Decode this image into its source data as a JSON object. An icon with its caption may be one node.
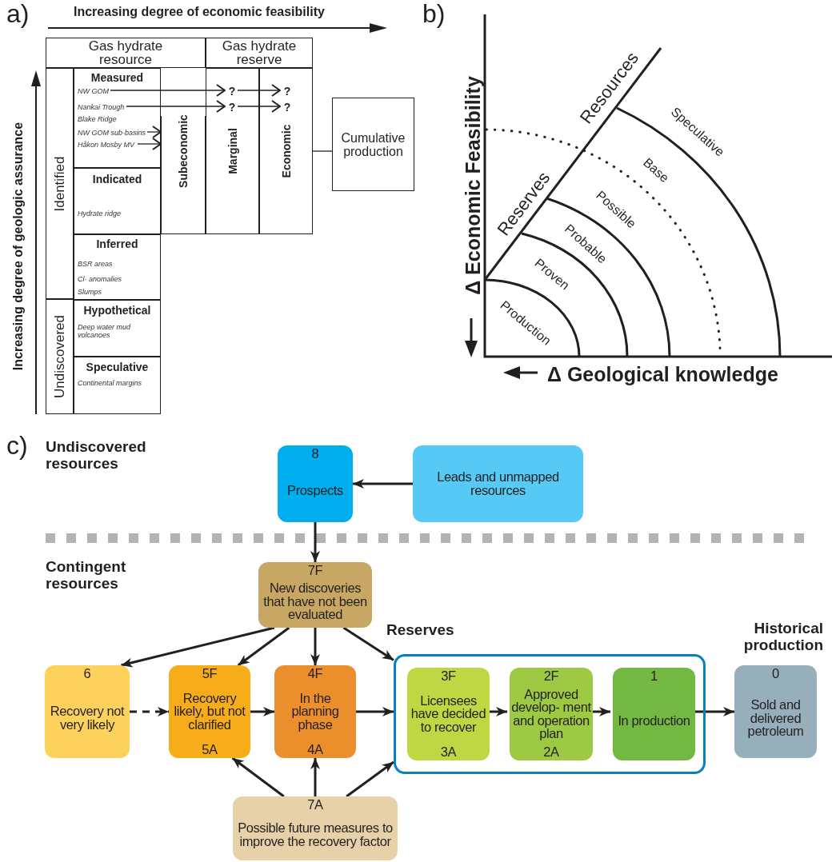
{
  "diagram": {
    "nodes": [
      {
        "text": [
          "Gas hydrate resource"
        ]
      },
      {
        "text": [
          "Gas hydrate reserve"
        ]
      },
      {
        "text": [
          "Identified"
        ]
      },
      {
        "text": [
          "Measured",
          "Blake Ridge"
        ]
      },
      {
        "text": [
          "NW GOM"
        ],
        "in": 3
      },
      {
        "text": [
          "Nankai Trough"
        ],
        "in": 3
      },
      {
        "text": [
          "NW GOM sub-basins"
        ],
        "in": 3
      },
      {
        "text": [
          "Håkon Mosby MV"
        ],
        "in": 3
      },
      {
        "text": [
          "Subeconomic"
        ]
      },
      {
        "text": [
          "Marginal"
        ]
      },
      {
        "text": [
          "?"
        ],
        "in": 9
      },
      {
        "text": [
          "?"
        ],
        "in": 9
      },
      {
        "text": [
          "Economic"
        ]
      },
      {
        "text": [
          "?"
        ],
        "in": 12
      },
      {
        "text": [
          "?"
        ],
        "in": 12
      },
      {
        "text": [
          "Cumulative production"
        ]
      },
      {
        "text": [
          "Indicated",
          "Hydrate ridge"
        ]
      },
      {
        "text": [
          "Inferred",
          "BSR areas",
          "Cl- anomalies",
          "Slumps"
        ]
      },
      {
        "text": [
          "Undiscovered"
        ]
      },
      {
        "text": [
          "Hypothetical",
          "Deep water mud volcanoes"
        ]
      },
      {
        "text": [
          "Speculative",
          "Continental margins"
        ]
      },
      {
        "text": [
          "8",
          "Prospects"
        ]
      },
      {
        "text": [
          "Leads and unmapped resources"
        ]
      },
      {
        "text": [
          "7F",
          "New discoveries that have not been evaluated"
        ]
      },
      {
        "text": [
          "6",
          "Recovery not very likely"
        ]
      },
      {
        "text": [
          "5F",
          "Recovery likely, but not clarified",
          "5A"
        ]
      },
      {
        "text": [
          "4F",
          "In the planning phase",
          "4A"
        ]
      },
      {
        "text": [
          "Reserves"
        ]
      },
      {
        "text": [
          "3F",
          "Licensees have decided to recover",
          "3A"
        ],
        "in": 27
      },
      {
        "text": [
          "2F",
          "Approved develop- ment and operation plan",
          "2A"
        ],
        "in": 27
      },
      {
        "text": [
          "1",
          "In production"
        ],
        "in": 27
      },
      {
        "text": [
          "0",
          "Sold and delivered petroleum"
        ],
        "beside": [
          "Historical production"
        ]
      },
      {
        "text": [
          "7A",
          "Possible future measures to improve the recovery factor"
        ]
      }
    ],
    "edges": [
      {
        "from": 4,
        "to": 10,
        "arrow": "to"
      },
      {
        "from": 10,
        "to": 13,
        "arrow": "to"
      },
      {
        "from": 5,
        "to": 11,
        "arrow": "to"
      },
      {
        "from": 11,
        "to": 14,
        "arrow": "to"
      },
      {
        "from": 6,
        "to": 8,
        "arrow": "to"
      },
      {
        "from": 7,
        "to": 8,
        "arrow": "to"
      },
      {
        "from": 12,
        "to": 15,
        "arrow": "none"
      },
      {
        "from": 22,
        "to": 21,
        "arrow": "to"
      },
      {
        "from": 21,
        "to": 23,
        "arrow": "to"
      },
      {
        "from": 23,
        "to": 24,
        "arrow": "to"
      },
      {
        "from": 23,
        "to": 25,
        "arrow": "to"
      },
      {
        "from": 23,
        "to": 26,
        "arrow": "to"
      },
      {
        "from": 23,
        "to": 27,
        "arrow": "to"
      },
      {
        "from": 24,
        "to": 25,
        "arrow": "to",
        "style": "dashed"
      },
      {
        "from": 25,
        "to": 26,
        "arrow": "to"
      },
      {
        "from": 26,
        "to": 27,
        "arrow": "to"
      },
      {
        "from": 28,
        "to": 29,
        "arrow": "to"
      },
      {
        "from": 29,
        "to": 30,
        "arrow": "to"
      },
      {
        "from": 30,
        "to": 31,
        "arrow": "to"
      },
      {
        "from": 32,
        "to": 25,
        "arrow": "to"
      },
      {
        "from": 32,
        "to": 26,
        "arrow": "to"
      },
      {
        "from": 32,
        "to": 27,
        "arrow": "to"
      }
    ],
    "labels": [
      "a)",
      "Increasing degree of economic feasibility",
      "Increasing degree of geologic assurance",
      "b)",
      "Resources",
      "Reserves",
      "Speculative",
      "Base",
      "Possible",
      "Probable",
      "Proven",
      "Production",
      "Δ Economic Feasibility",
      "Δ Geological knowledge",
      "c)",
      "Undiscovered resources",
      "Contingent resources"
    ]
  }
}
